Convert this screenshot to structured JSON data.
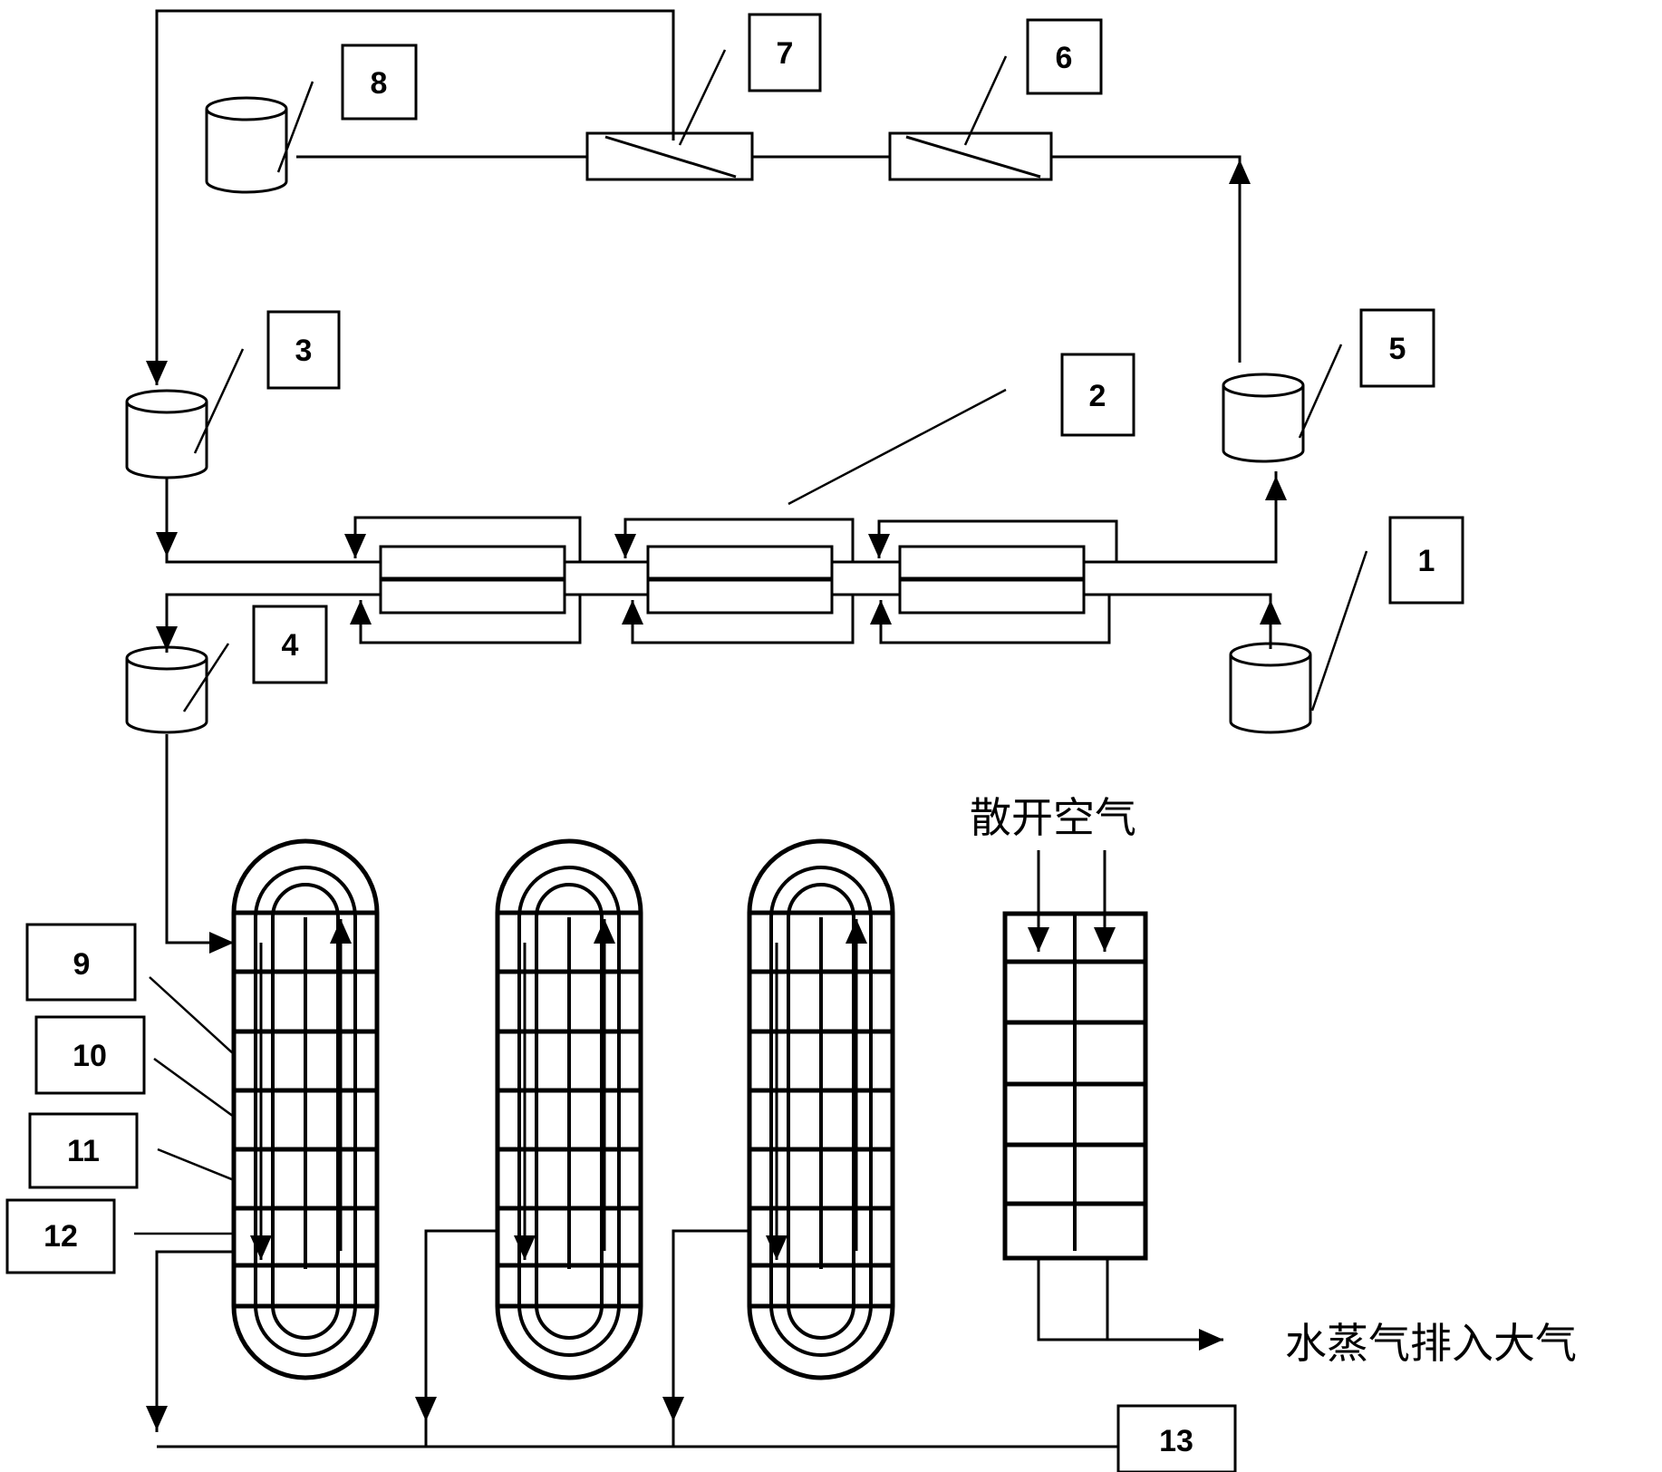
{
  "labels": {
    "n1": "1",
    "n2": "2",
    "n3": "3",
    "n4": "4",
    "n5": "5",
    "n6": "6",
    "n7": "7",
    "n8": "8",
    "n9": "9",
    "n10": "10",
    "n11": "11",
    "n12": "12",
    "n13": "13"
  },
  "captions": {
    "air_in": "散开空气",
    "vapor_out": "水蒸气排入大气"
  },
  "colors": {
    "line": "#000000",
    "background": "#ffffff"
  }
}
